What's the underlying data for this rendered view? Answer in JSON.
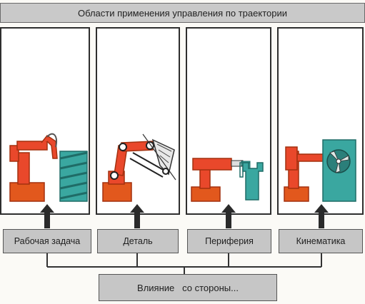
{
  "title": "Области применения управления по траектории",
  "panels": [
    {
      "icon": "welding-robot-icon",
      "label": "Рабочая задача"
    },
    {
      "icon": "articulated-robot-icon",
      "label": "Деталь"
    },
    {
      "icon": "gripper-robot-icon",
      "label": "Периферия"
    },
    {
      "icon": "lathe-robot-icon",
      "label": "Кинематика"
    }
  ],
  "bottom_label": "Влияние   со стороны...",
  "colors": {
    "robot": "#e9482b",
    "robot_base": "#e2581d",
    "accent": "#3aa7a0",
    "arrow": "#2a2a2a"
  }
}
